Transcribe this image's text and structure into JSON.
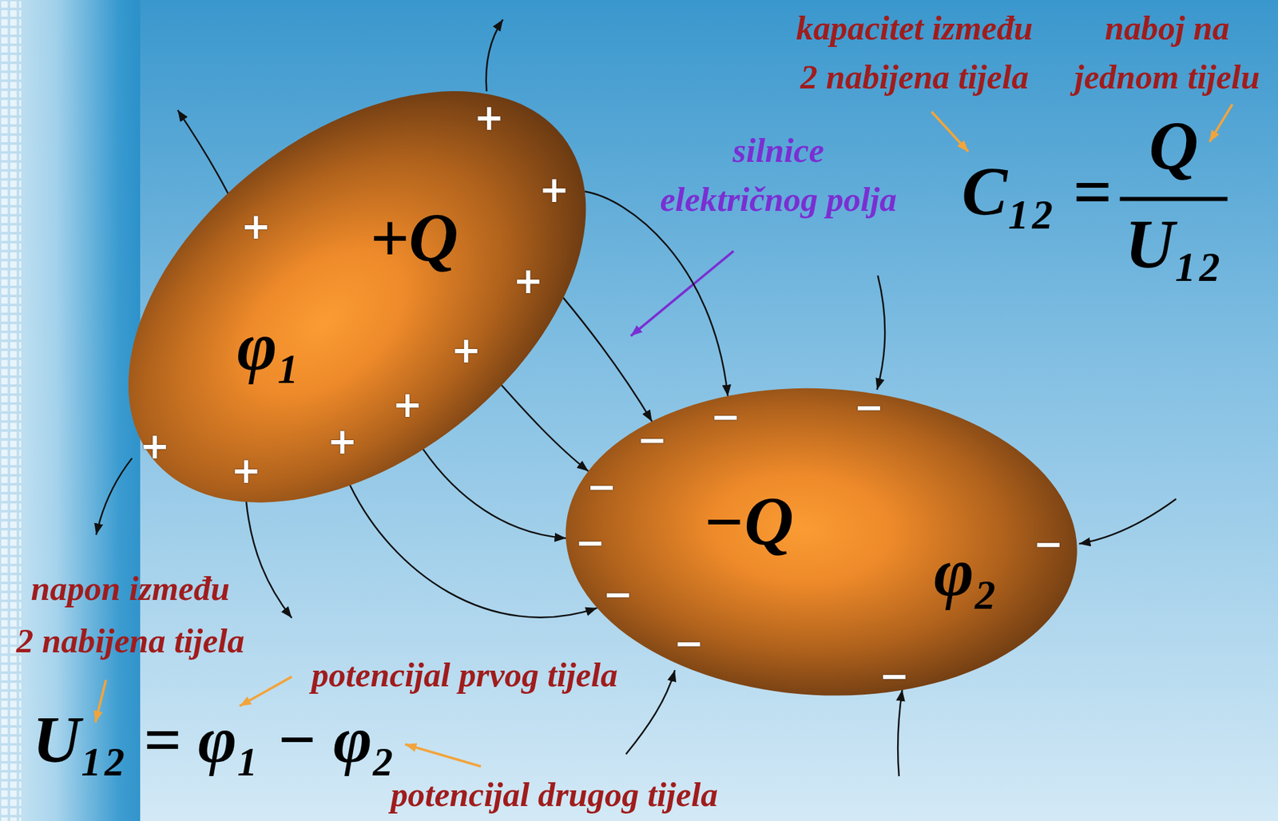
{
  "diagram": {
    "nodes": [
      {
        "text": [
          "+Q",
          "φ₁",
          "+",
          "+",
          "+",
          "+",
          "+",
          "+",
          "+",
          "+",
          "+"
        ]
      },
      {
        "text": [
          "−Q",
          "φ₂",
          "−",
          "−",
          "−",
          "−",
          "−",
          "−",
          "−",
          "−",
          "−"
        ]
      }
    ],
    "edges": [
      {
        "from": 0,
        "to": 1,
        "arrow": "to"
      },
      {
        "from": 0,
        "to": 1,
        "arrow": "to"
      },
      {
        "from": 0,
        "to": 1,
        "arrow": "to"
      },
      {
        "from": 0,
        "to": 1,
        "arrow": "to"
      },
      {
        "from": 0,
        "to": 1,
        "arrow": "to"
      }
    ],
    "labels": [
      "kapacitet između 2 nabijena tijela",
      "naboj na jednom tijelu",
      "C₁₂",
      "=",
      "Q",
      "U₁₂",
      "silnice električnog polja",
      "napon između 2 nabijena tijela",
      "potencijal prvog tijela",
      "U₁₂ = φ₁ − φ₂",
      "potencijal drugog tijela"
    ]
  }
}
